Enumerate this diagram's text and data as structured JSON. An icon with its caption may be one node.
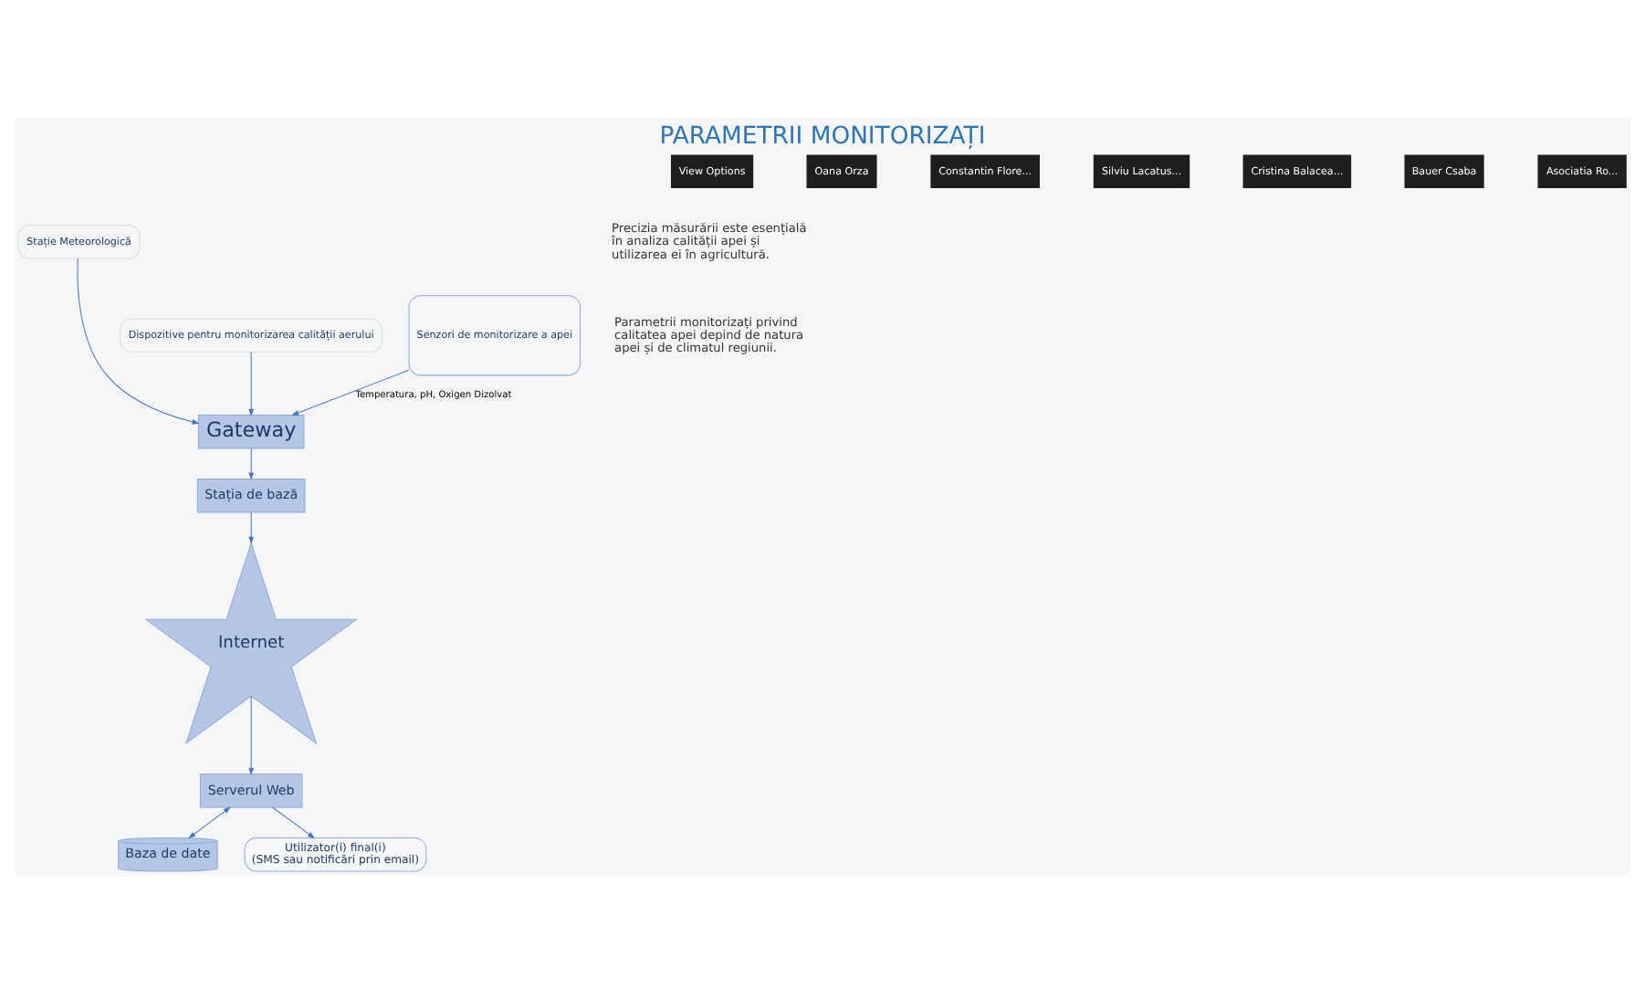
{
  "diagram": {
    "title": "PARAMETRII MONITORIZAȚI",
    "nodes": [
      {
        "text": [
          "Stație Meteorologică"
        ]
      },
      {
        "text": [
          "Dispozitive pentru monitorizarea calității aerului"
        ]
      },
      {
        "text": [
          "Gateway"
        ]
      },
      {
        "text": [
          "Stația de bază"
        ]
      },
      {
        "text": [
          "Internet"
        ]
      },
      {
        "text": [
          "Senzori de monitorizare a apei"
        ]
      },
      {
        "text": [
          "Serverul Web"
        ]
      },
      {
        "text": [
          "Baza de date"
        ]
      },
      {
        "text": [
          "Utilizator(i) final(i)",
          "(SMS sau notificări prin email)"
        ]
      }
    ],
    "edges": [
      {
        "from": 1,
        "to": 2,
        "arrow": "to"
      },
      {
        "from": 0,
        "to": 2,
        "arrow": "to"
      },
      {
        "from": 5,
        "to": 2,
        "arrow": "to",
        "label": "Temperatura, pH, Oxigen Dizolvat"
      },
      {
        "from": 2,
        "to": 3,
        "arrow": "to"
      },
      {
        "from": 3,
        "to": 4,
        "arrow": "to"
      },
      {
        "from": 4,
        "to": 6,
        "arrow": "to"
      },
      {
        "from": 6,
        "to": 7,
        "arrow": "both"
      },
      {
        "from": 6,
        "to": 8,
        "arrow": "to"
      }
    ],
    "labels": [
      "View Options",
      "Oana Orza",
      "Constantin Flore...",
      "Silviu Lacatus...",
      "Cristina Balacea...",
      "Bauer Csaba",
      "Asociatia Ro...",
      "Precizia măsurării este esențială în analiza calității apei și utilizarea ei în agricultură.",
      "Parametrii monitorizați privind calitatea apei depind de natura apei și de climatul regiunii."
    ]
  }
}
